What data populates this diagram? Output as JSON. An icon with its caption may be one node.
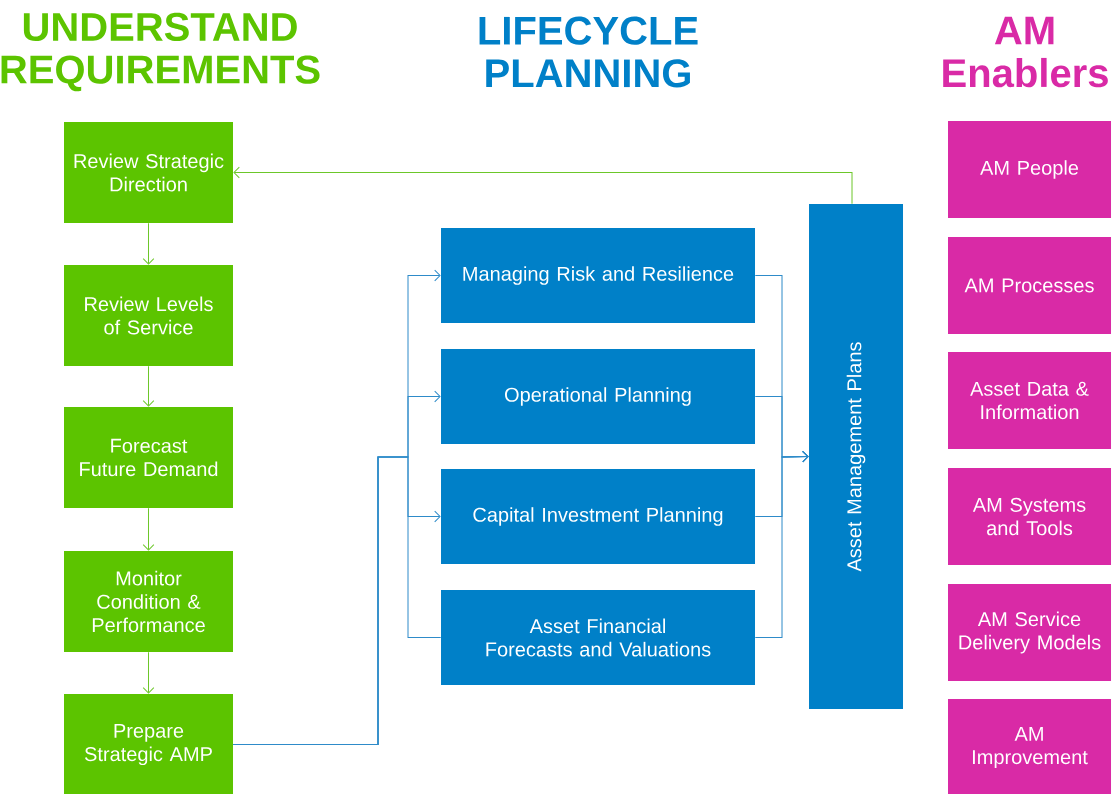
{
  "diagram": {
    "nodes": [
      {
        "text": [
          "Review Strategic Direction"
        ]
      },
      {
        "text": [
          "Review Levels of Service"
        ]
      },
      {
        "text": [
          "Forecast Future Demand"
        ]
      },
      {
        "text": [
          "Monitor Condition & Performance"
        ]
      },
      {
        "text": [
          "Prepare Strategic AMP"
        ]
      },
      {
        "text": [
          "Managing Risk and Resilience"
        ]
      },
      {
        "text": [
          "Operational Planning"
        ]
      },
      {
        "text": [
          "Capital Investment Planning"
        ]
      },
      {
        "text": [
          "Asset Financial Forecasts and Valuations"
        ]
      },
      {
        "text": [
          "Asset Management Plans"
        ]
      },
      {
        "text": [
          "AM People"
        ]
      },
      {
        "text": [
          "AM Processes"
        ]
      },
      {
        "text": [
          "Asset Data & Information"
        ]
      },
      {
        "text": [
          "AM Systems and Tools"
        ]
      },
      {
        "text": [
          "AM Service Delivery Models"
        ]
      },
      {
        "text": [
          "AM Improvement"
        ]
      }
    ],
    "edges": [
      {
        "from": 0,
        "to": 1,
        "arrow": "to",
        "color": "#6cc72a"
      },
      {
        "from": 1,
        "to": 2,
        "arrow": "to",
        "color": "#6cc72a"
      },
      {
        "from": 2,
        "to": 3,
        "arrow": "to",
        "color": "#6cc72a"
      },
      {
        "from": 3,
        "to": 4,
        "arrow": "to",
        "color": "#6cc72a"
      },
      {
        "from": 4,
        "to": 5,
        "arrow": "to"
      },
      {
        "from": 4,
        "to": 6,
        "arrow": "to"
      },
      {
        "from": 4,
        "to": 7,
        "arrow": "to"
      },
      {
        "from": 4,
        "to": 8,
        "arrow": "none"
      },
      {
        "from": 5,
        "to": 9,
        "arrow": "to"
      },
      {
        "from": 6,
        "to": 9,
        "arrow": "to"
      },
      {
        "from": 7,
        "to": 9,
        "arrow": "to"
      },
      {
        "from": 8,
        "to": 9,
        "arrow": "to"
      },
      {
        "from": 9,
        "to": 0,
        "arrow": "to",
        "color": "#6cc72a"
      }
    ],
    "labels": [
      "UNDERSTAND REQUIREMENTS",
      "LIFECYCLE PLANNING",
      "AM Enablers"
    ]
  }
}
